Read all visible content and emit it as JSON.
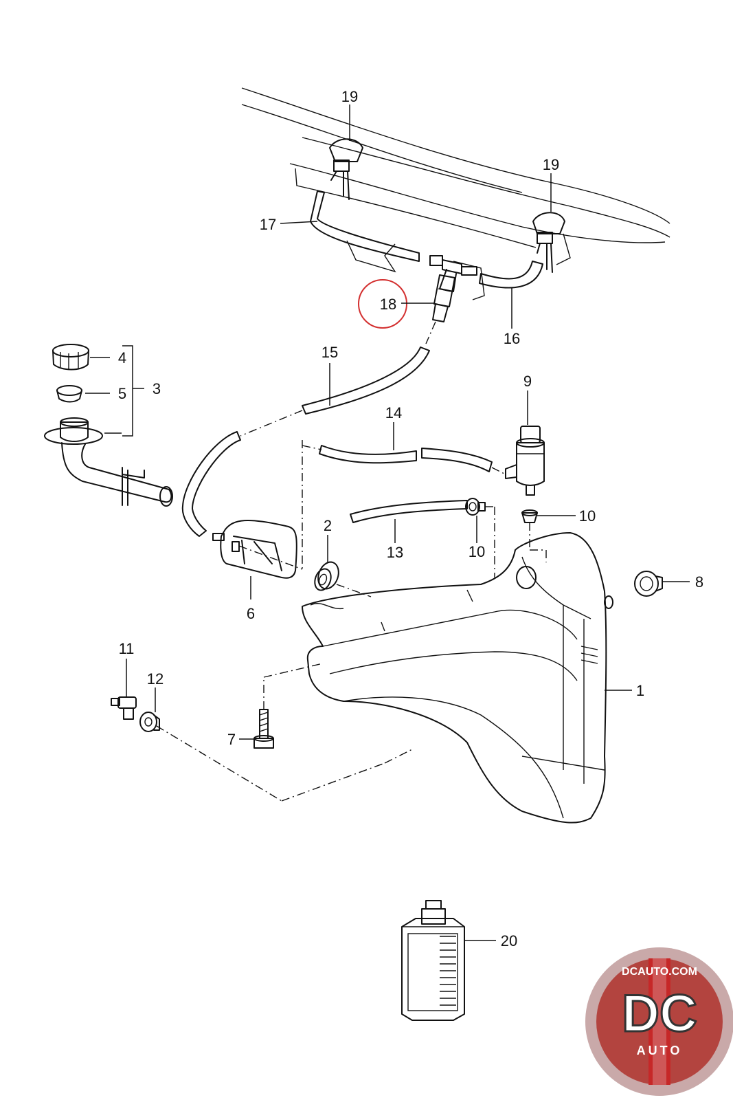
{
  "callouts": {
    "c1": "1",
    "c2": "2",
    "c3": "3",
    "c4": "4",
    "c5": "5",
    "c6": "6",
    "c7": "7",
    "c8": "8",
    "c9": "9",
    "c10a": "10",
    "c10b": "10",
    "c11": "11",
    "c12": "12",
    "c13": "13",
    "c14": "14",
    "c15": "15",
    "c16": "16",
    "c17": "17",
    "c18": "18",
    "c19a": "19",
    "c19b": "19",
    "c20": "20"
  },
  "highlight": {
    "color": "#d32f2f",
    "part": "18"
  },
  "logo": {
    "site": "DCAUTO.COM",
    "initials": "DC",
    "word": "AUTO",
    "colors": {
      "ring": "#c9a9a9",
      "inner": "#b3443f",
      "stripe": "#c62828"
    }
  }
}
